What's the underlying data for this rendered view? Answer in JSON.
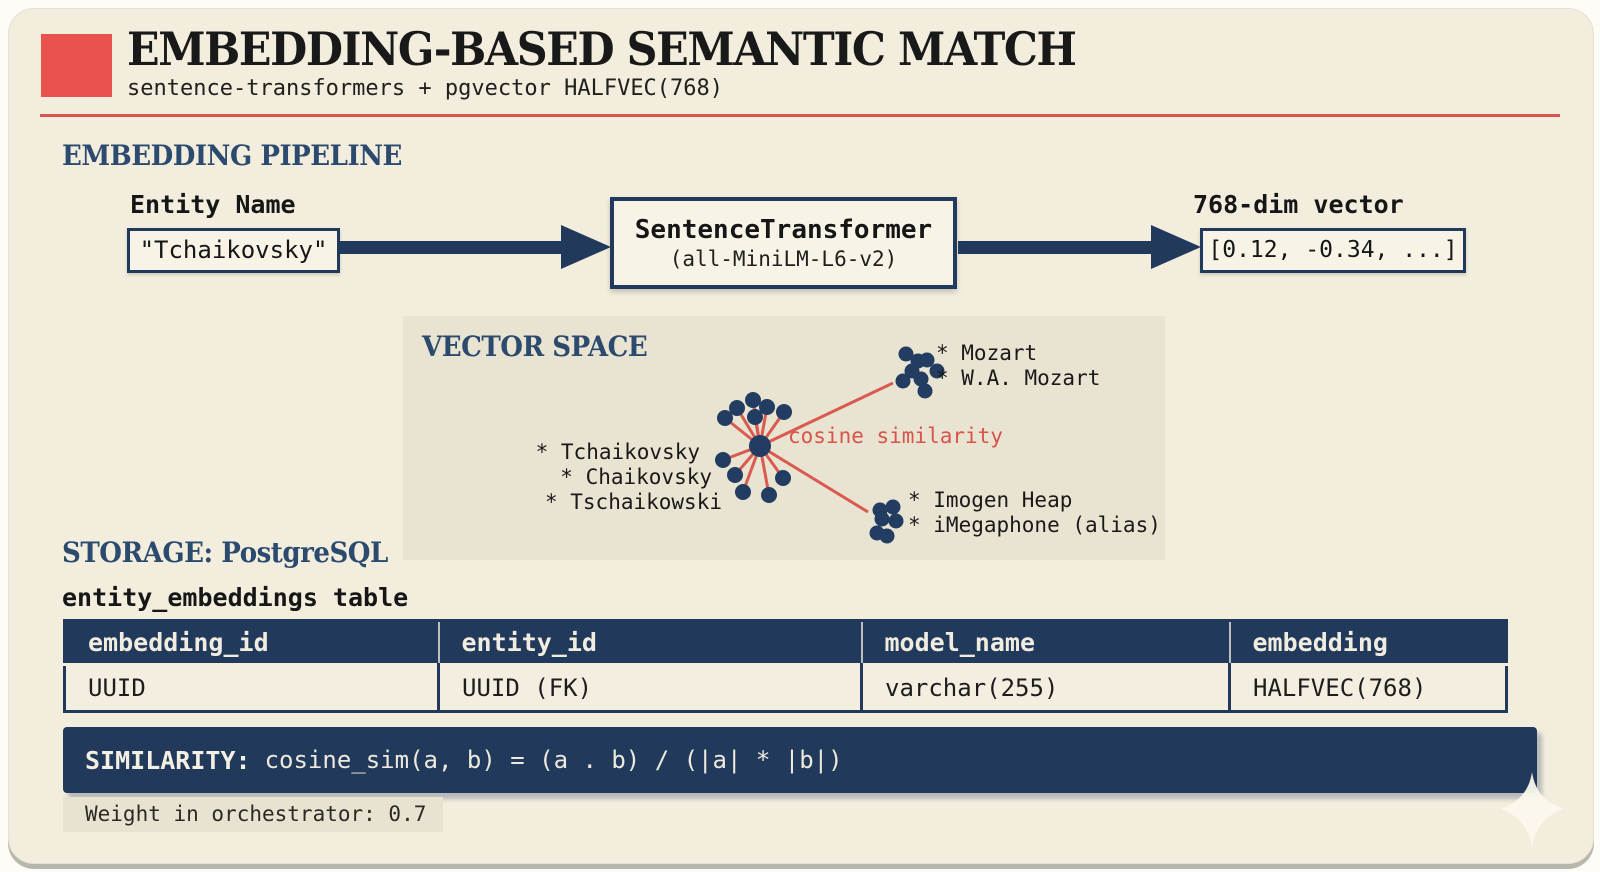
{
  "header": {
    "title": "EMBEDDING-BASED SEMANTIC MATCH",
    "subtitle": "sentence-transformers + pgvector HALFVEC(768)",
    "accent_color": "#e8544d",
    "divider_color": "#d8564c"
  },
  "pipeline": {
    "heading": "EMBEDDING PIPELINE",
    "input_label": "Entity Name",
    "input_value": "\"Tchaikovsky\"",
    "model_name": "SentenceTransformer",
    "model_variant": "(all-MiniLM-L6-v2)",
    "output_label": "768-dim vector",
    "output_value": "[0.12, -0.34, ...]"
  },
  "vector_space": {
    "heading": "VECTOR SPACE",
    "edge_label": "cosine similarity",
    "clusters": [
      {
        "name": "tchaikovsky-cluster",
        "labels": [
          "* Tchaikovsky",
          "* Chaikovsky",
          "* Tschaikowski"
        ]
      },
      {
        "name": "mozart-cluster",
        "labels": [
          "* Mozart",
          "* W.A. Mozart"
        ]
      },
      {
        "name": "imogen-cluster",
        "labels": [
          "* Imogen Heap",
          "* iMegaphone (alias)"
        ]
      }
    ],
    "scatter": {
      "hub": [
        357,
        130
      ],
      "satellites": [
        [
          350,
          84
        ],
        [
          334,
          92
        ],
        [
          364,
          91
        ],
        [
          322,
          102
        ],
        [
          381,
          96
        ],
        [
          352,
          101
        ],
        [
          320,
          144
        ],
        [
          332,
          159
        ],
        [
          380,
          162
        ],
        [
          340,
          176
        ],
        [
          366,
          179
        ]
      ],
      "cluster_edges": [
        [
          490,
          67
        ],
        [
          465,
          196
        ]
      ],
      "mozart_dots": [
        [
          503,
          38
        ],
        [
          515,
          45
        ],
        [
          524,
          44
        ],
        [
          509,
          55
        ],
        [
          500,
          65
        ],
        [
          518,
          63
        ],
        [
          534,
          55
        ],
        [
          522,
          75
        ]
      ],
      "imogen_dots": [
        [
          477,
          194
        ],
        [
          490,
          191
        ],
        [
          479,
          203
        ],
        [
          493,
          205
        ],
        [
          474,
          217
        ],
        [
          484,
          220
        ]
      ]
    }
  },
  "storage": {
    "heading": "STORAGE: PostgreSQL",
    "table_title": "entity_embeddings table",
    "columns": [
      "embedding_id",
      "entity_id",
      "model_name",
      "embedding"
    ],
    "rows": [
      [
        "UUID",
        "UUID (FK)",
        "varchar(255)",
        "HALFVEC(768)"
      ]
    ]
  },
  "similarity": {
    "label": "SIMILARITY:",
    "formula": "cosine_sim(a, b) = (a . b) / (|a| * |b|)",
    "weight_note": "Weight in orchestrator: 0.7"
  },
  "colors": {
    "navy": "#21395a",
    "red_line": "#d95b50",
    "dot": "#223d61",
    "card_bg": "#f2eddd",
    "panel_bg": "#e9e3d2"
  }
}
